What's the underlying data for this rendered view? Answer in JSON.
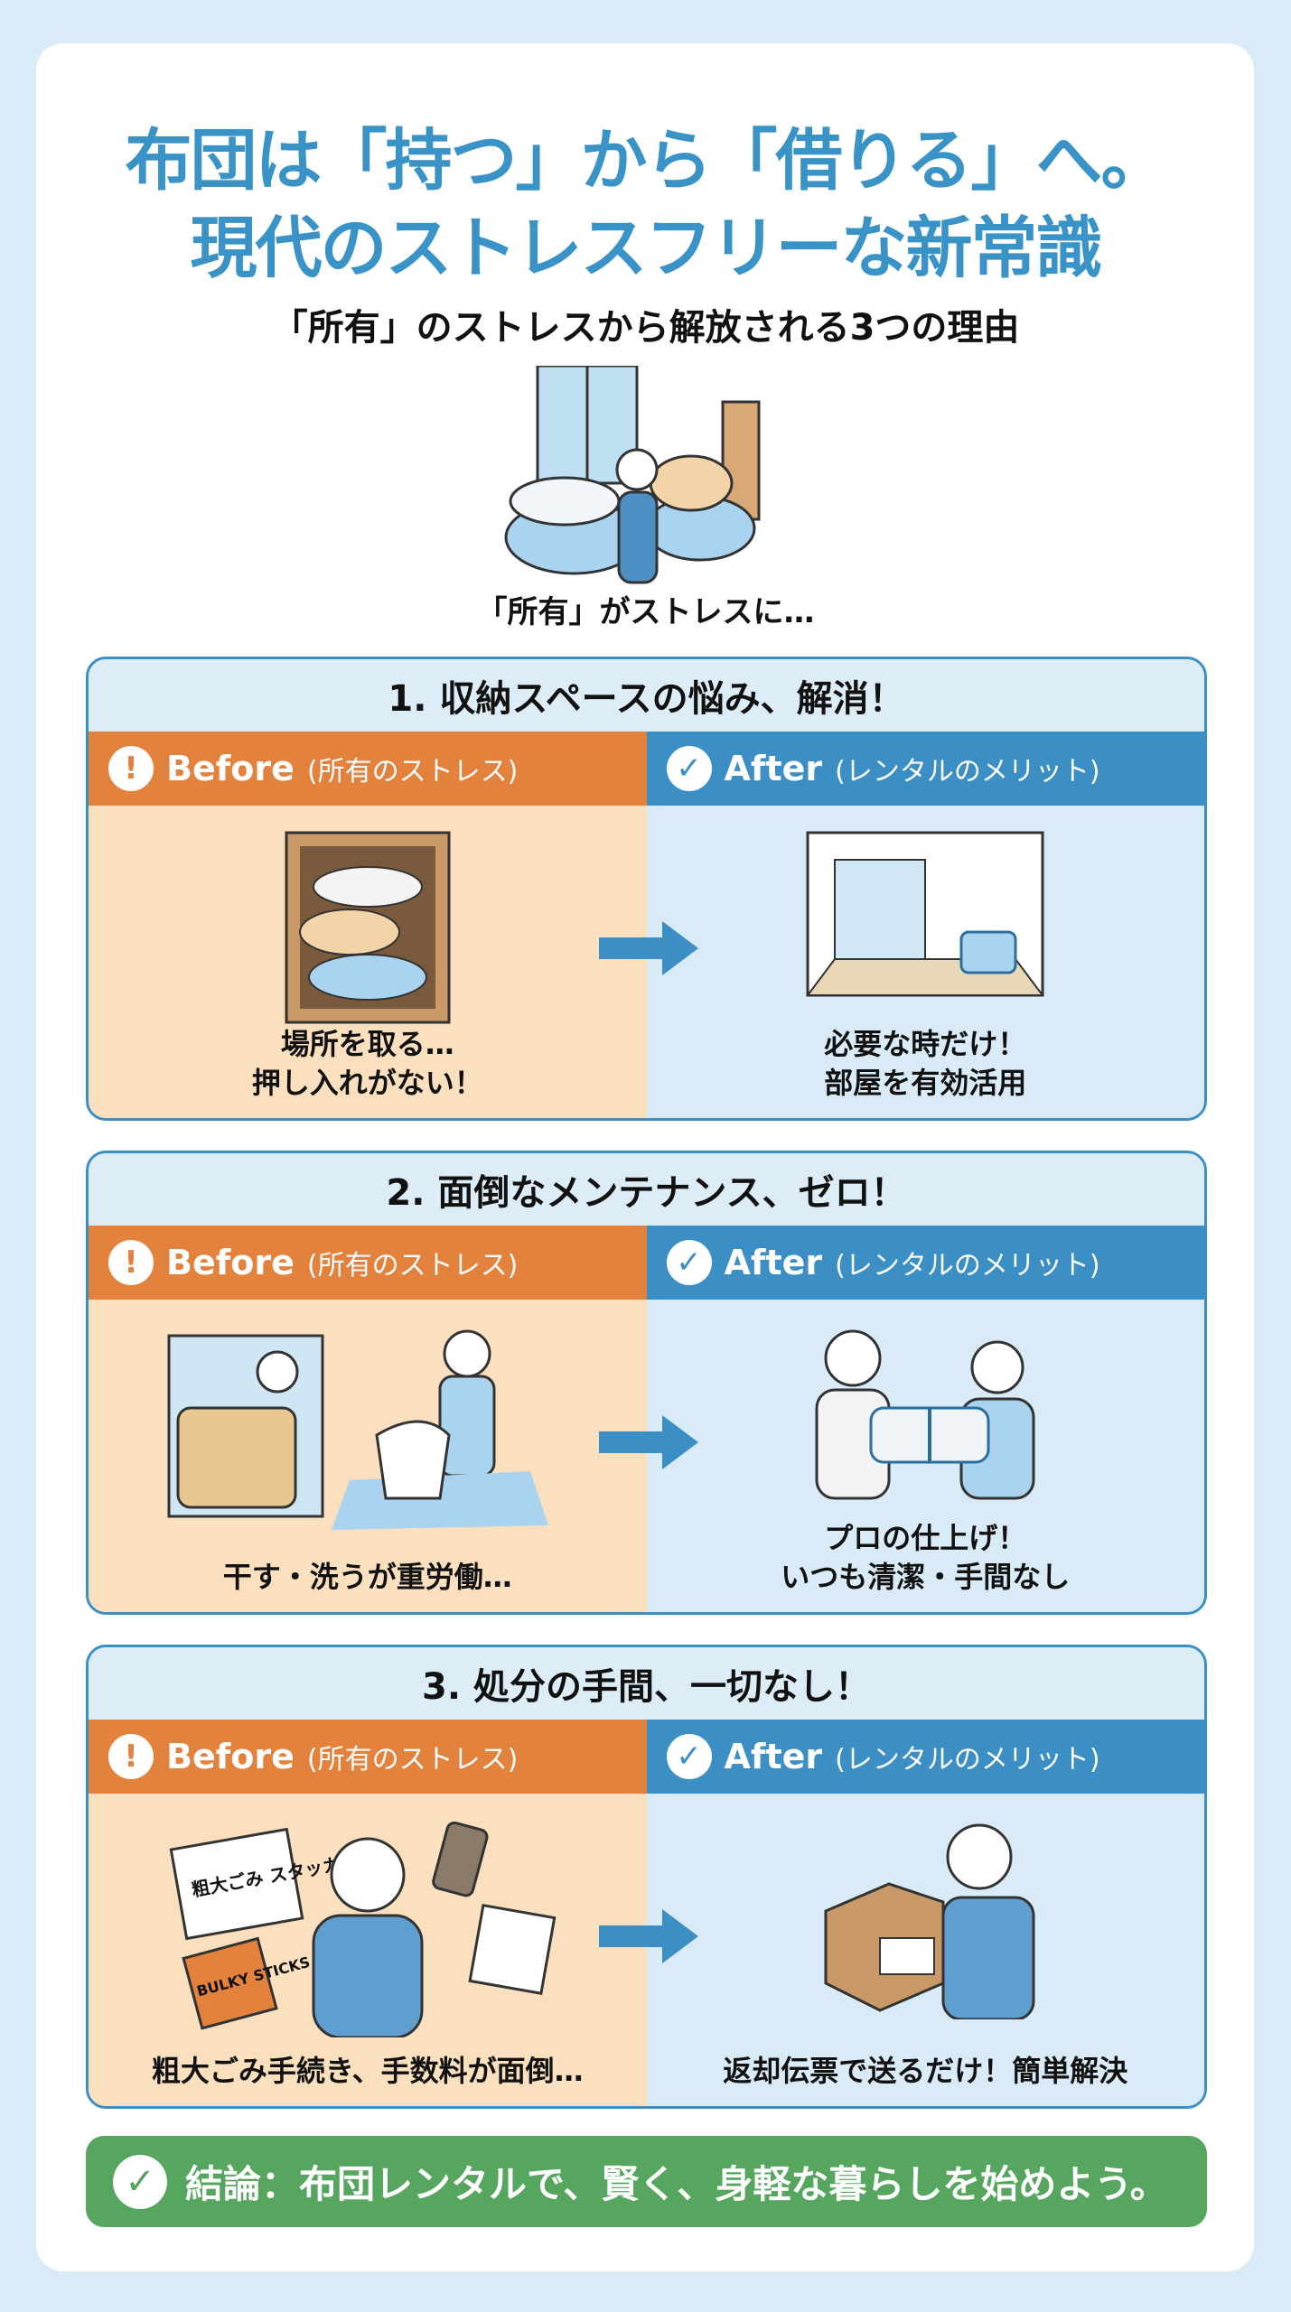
{
  "title": {
    "line1": "布団は「持つ」から「借りる」へ。",
    "line2": "現代のストレスフリーな新常識"
  },
  "subtitle": "「所有」のストレスから解放される3つの理由",
  "hero_caption": "「所有」がストレスに…",
  "before_label": "Before",
  "before_note": "(所有のストレス)",
  "after_label": "After",
  "after_note": "(レンタルのメリット)",
  "sections": [
    {
      "heading": "1. 収納スペースの悩み、解消！",
      "before_text": [
        "場所を取る…",
        "押し入れがない！"
      ],
      "after_text": [
        "必要な時だけ！",
        "部屋を有効活用"
      ]
    },
    {
      "heading": "2. 面倒なメンテナンス、ゼロ！",
      "before_text": [
        "干す・洗うが重労働…",
        ""
      ],
      "after_text": [
        "プロの仕上げ！",
        "いつも清潔・手間なし"
      ]
    },
    {
      "heading": "3. 処分の手間、一切なし！",
      "before_text": [
        "粗大ごみ手続き、手数料が面倒…",
        ""
      ],
      "after_text": [
        "返却伝票で送るだけ！簡単解決",
        ""
      ]
    }
  ],
  "illustration_text": {
    "sticker": "粗大ごみ スタッカー",
    "bulky": "BULKY STICKS"
  },
  "conclusion": "結論：布団レンタルで、賢く、身軽な暮らしを始めよう。",
  "colors": {
    "title": "#3a93c6",
    "before": "#e2823d",
    "after": "#3b8fc4",
    "conclusion": "#57a660"
  }
}
